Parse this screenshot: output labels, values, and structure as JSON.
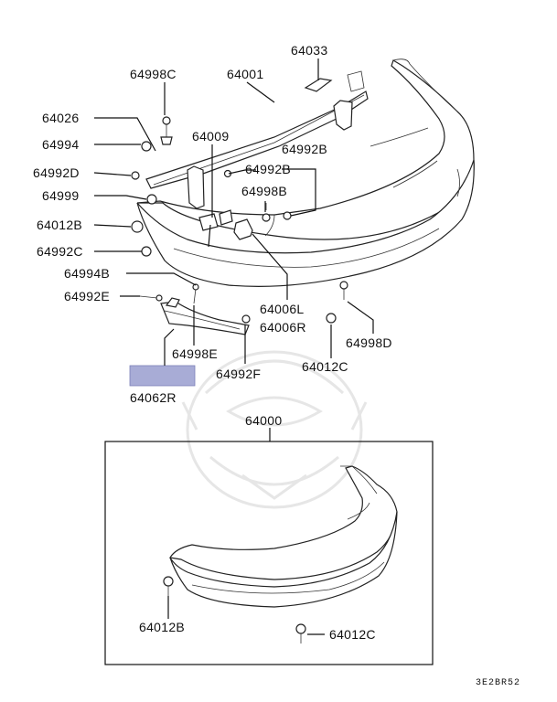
{
  "labels": {
    "p64033": "64033",
    "p64998C": "64998C",
    "p64001": "64001",
    "p64026": "64026",
    "p64994": "64994",
    "p64009": "64009",
    "p64992B_a": "64992B",
    "p64992D": "64992D",
    "p64992B_b": "64992B",
    "p64999": "64999",
    "p64998B": "64998B",
    "p64012B_top": "64012B",
    "p64992C": "64992C",
    "p64994B": "64994B",
    "p64992E": "64992E",
    "p64006L": "64006L",
    "p64006R": "64006R",
    "p64998D": "64998D",
    "p64998E": "64998E",
    "p64992F": "64992F",
    "p64012C_top": "64012C",
    "p64062R": "64062R",
    "p64000": "64000",
    "p64012B_bot": "64012B",
    "p64012C_bot": "64012C"
  },
  "diagram_code": "3E2BR52",
  "colors": {
    "line": "#111111",
    "highlight": "#a8acd6",
    "watermark": "#e6e6e6"
  }
}
